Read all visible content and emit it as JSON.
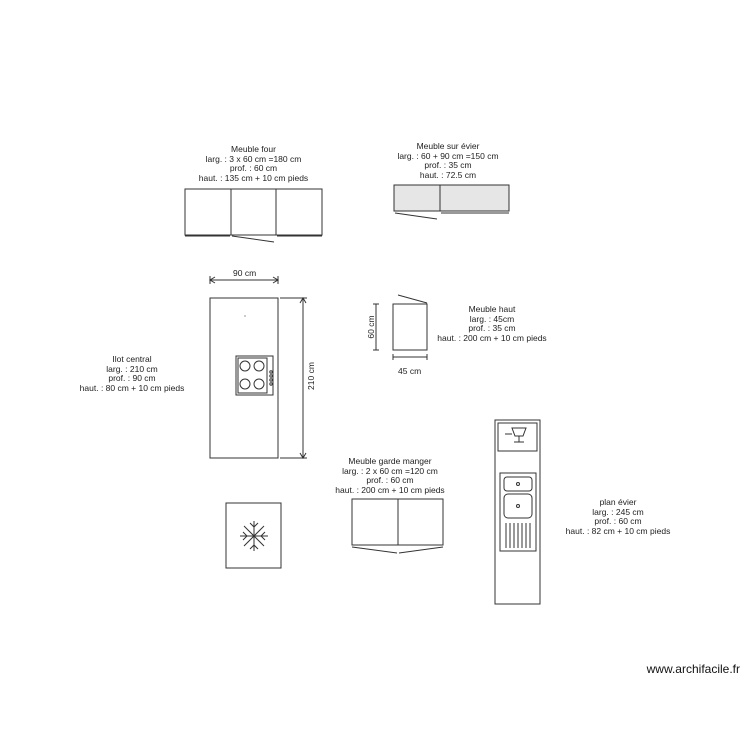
{
  "meuble_four": {
    "title": "Meuble four",
    "larg": "larg. : 3 x 60 cm =180 cm",
    "prof": "prof. : 60 cm",
    "haut": "haut. : 135 cm + 10 cm pieds"
  },
  "meuble_evier": {
    "title": "Meuble sur évier",
    "larg": "larg. : 60 + 90 cm =150 cm",
    "prof": "prof. : 35 cm",
    "haut": "haut. : 72.5 cm"
  },
  "meuble_haut": {
    "title": "Meuble haut",
    "larg": "larg. : 45cm",
    "prof": "prof. : 35 cm",
    "haut": "haut. : 200 cm + 10 cm pieds",
    "dim_width": "45 cm",
    "dim_height": "60 cm"
  },
  "ilot": {
    "title": "Ilot central",
    "larg": "larg. : 210 cm",
    "prof": "prof. : 90 cm",
    "haut": "haut. : 80 cm + 10 cm pieds",
    "dim_width": "90 cm",
    "dim_length": "210 cm"
  },
  "garde_manger": {
    "title": "Meuble garde manger",
    "larg": "larg. : 2 x 60 cm =120 cm",
    "prof": "prof. : 60 cm",
    "haut": "haut. : 200 cm + 10 cm pieds"
  },
  "plan_evier": {
    "title": "plan évier",
    "larg": "larg. : 245 cm",
    "prof": "prof. : 60 cm",
    "haut": "haut. : 82 cm + 10 cm pieds"
  },
  "watermark": "www.archifacile.fr",
  "icons": [
    "hob-icon",
    "snowflake-icon",
    "sink-icon",
    "glass-icon",
    "dimension-arrow-icon"
  ]
}
